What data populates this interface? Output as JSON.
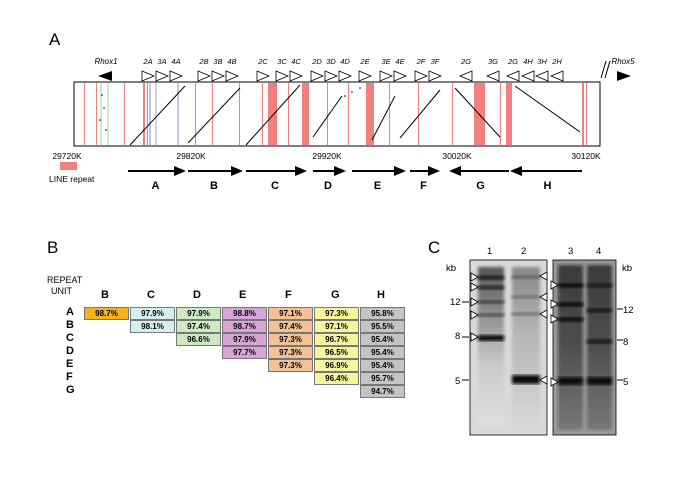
{
  "panels": {
    "a": {
      "letter": "A"
    },
    "b": {
      "letter": "B"
    },
    "c": {
      "letter": "C"
    }
  },
  "panel_a": {
    "left_gene": "Rhox1",
    "right_gene": "Rhox5",
    "subunit_labels": [
      "2A",
      "3A",
      "4A",
      "2B",
      "3B",
      "4B",
      "2C",
      "3C",
      "4C",
      "2D",
      "3D",
      "4D",
      "2E",
      "3E",
      "4E",
      "2F",
      "3F",
      "2G",
      "3G",
      "2G",
      "4H",
      "3H",
      "2H"
    ],
    "coords": [
      "29720K",
      "29820K",
      "29920K",
      "30020K",
      "30120K"
    ],
    "legend_label": "LINE repeat",
    "legend_color": "#f08080",
    "repeat_units": [
      "A",
      "B",
      "C",
      "D",
      "E",
      "F",
      "G",
      "H"
    ]
  },
  "panel_b": {
    "header_line1": "REPEAT",
    "header_line2": "UNIT",
    "columns": [
      "B",
      "C",
      "D",
      "E",
      "F",
      "G",
      "H"
    ],
    "rows": [
      "A",
      "B",
      "C",
      "D",
      "E",
      "F",
      "G"
    ],
    "values": [
      [
        "98.7%",
        "97.9%",
        "97.9%",
        "98.8%",
        "97.1%",
        "97.3%",
        "95.8%"
      ],
      [
        "",
        "98.1%",
        "97.4%",
        "98.7%",
        "97.4%",
        "97.1%",
        "95.5%"
      ],
      [
        "",
        "",
        "96.6%",
        "97.9%",
        "97.3%",
        "96.7%",
        "95.4%"
      ],
      [
        "",
        "",
        "",
        "97.7%",
        "97.3%",
        "96.5%",
        "95.4%"
      ],
      [
        "",
        "",
        "",
        "",
        "97.3%",
        "96.9%",
        "95.4%"
      ],
      [
        "",
        "",
        "",
        "",
        "",
        "96.4%",
        "95.7%"
      ],
      [
        "",
        "",
        "",
        "",
        "",
        "",
        "94.7%"
      ]
    ],
    "column_colors": [
      "#f6b21b",
      "#d6eef0",
      "#cdeac5",
      "#d7a6d6",
      "#f3c294",
      "#f6f49c",
      "#c4c4c4"
    ]
  },
  "panel_c": {
    "lane_numbers": [
      "1",
      "2",
      "3",
      "4"
    ],
    "unit": "kb",
    "markers_left": [
      "12",
      "8",
      "5"
    ],
    "markers_right": [
      "12",
      "8",
      "5"
    ]
  }
}
